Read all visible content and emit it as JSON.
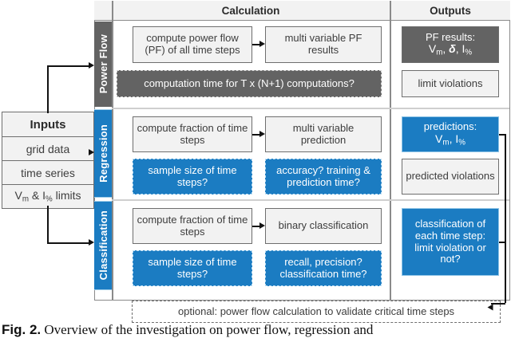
{
  "figure": {
    "columns": [
      {
        "id": "calculation",
        "label": "Calculation"
      },
      {
        "id": "outputs",
        "label": "Outputs"
      }
    ],
    "rows": [
      {
        "id": "power-flow",
        "label": "Power Flow",
        "accent": "#636363",
        "calculation": {
          "step1": "compute power flow (PF) of all time steps",
          "step2": "multi variable PF results",
          "question": "computation time for T x (N+1) computations?"
        },
        "outputs": {
          "primary_line1": "PF results:",
          "primary_line2_parts": [
            "V",
            "m",
            ", ",
            "δ",
            ", I",
            "%"
          ],
          "secondary": "limit violations"
        }
      },
      {
        "id": "regression",
        "label": "Regression",
        "accent": "#1b7cc2",
        "calculation": {
          "step1": "compute fraction of time steps",
          "step2": "multi variable prediction",
          "question1": "sample size of  time steps?",
          "question2": "accuracy? training & prediction time?"
        },
        "outputs": {
          "primary_line1": "predictions:",
          "primary_line2_parts": [
            "V",
            "m",
            ", I",
            "%"
          ],
          "secondary": "predicted violations"
        }
      },
      {
        "id": "classification",
        "label": "Classification",
        "accent": "#1b7cc2",
        "calculation": {
          "step1": "compute fraction of time steps",
          "step2": "binary classification",
          "question1": "sample size of  time steps?",
          "question2": "recall, precision? classification time?"
        },
        "outputs": {
          "primary": "classification of each time step: limit violation or not?"
        }
      }
    ],
    "inputs": {
      "title": "Inputs",
      "items": [
        {
          "text": "grid data"
        },
        {
          "text": "time series"
        },
        {
          "text": "Vm & I% limits"
        }
      ]
    },
    "optional_footer": "optional: power flow calculation to validate critical time steps",
    "caption": {
      "label": "Fig. 2.",
      "text": "Overview of the investigation on power flow, regression and"
    },
    "colors": {
      "blue": "#1b7cc2",
      "dark_gray": "#636363",
      "light_gray": "#f2f2f2",
      "border_gray": "#6e6e6e"
    }
  }
}
